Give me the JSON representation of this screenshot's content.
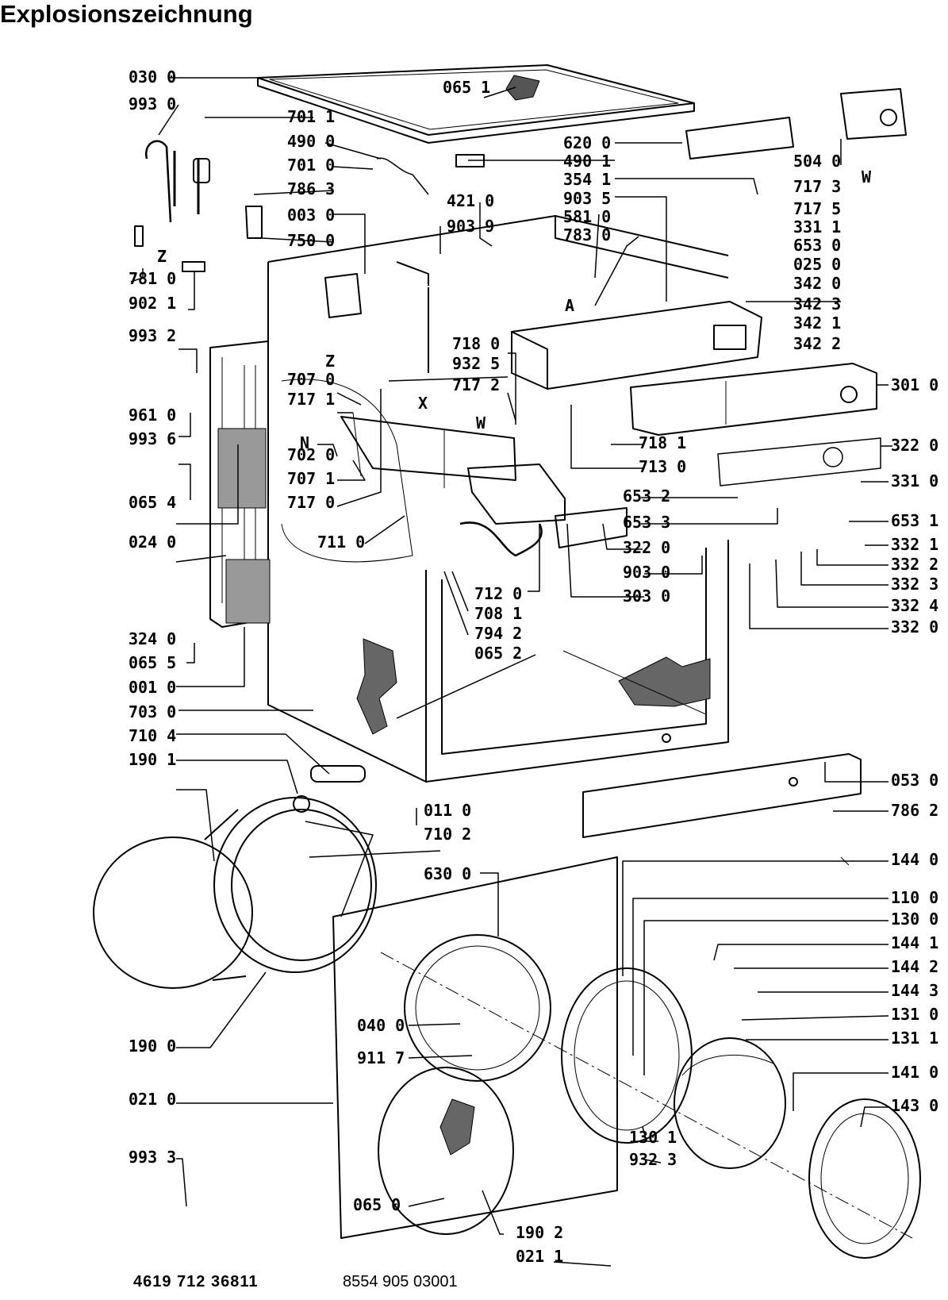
{
  "title": "Explosionszeichnung",
  "footer": {
    "model_code": "4619 712 36811",
    "service_code": "8554 905 03001"
  },
  "letters": [
    "Z",
    "Z",
    "A",
    "W",
    "X",
    "W",
    "N"
  ],
  "left_labels": [
    "030 0",
    "993 0",
    "781 0",
    "902 1",
    "993 2",
    "961 0",
    "993 6",
    "065 4",
    "024 0",
    "324 0",
    "065 5",
    "001 0",
    "703 0",
    "710 4",
    "190 1",
    "190 0",
    "021 0",
    "993 3"
  ],
  "mid_labels": [
    "701 1",
    "490 0",
    "701 0",
    "786 3",
    "003 0",
    "750 0",
    "421 0",
    "903 9",
    "707 0",
    "717 1",
    "702 0",
    "707 1",
    "717 0",
    "711 0",
    "718 0",
    "932 5",
    "717 2",
    "712 0",
    "708 1",
    "794 2",
    "065 2",
    "065 1",
    "011 0",
    "710 2",
    "630 0",
    "040 0",
    "911 7",
    "065 0",
    "190 2",
    "021 1"
  ],
  "center_labels": [
    "620 0",
    "490 1",
    "354 1",
    "903 5",
    "581 0",
    "783 0",
    "718 1",
    "713 0",
    "653 2",
    "653 3",
    "322 0",
    "903 0",
    "303 0",
    "130 1",
    "932 3"
  ],
  "right_labels": [
    "504 0",
    "717 3",
    "717 5",
    "331 1",
    "653 0",
    "025 0",
    "342 0",
    "342 3",
    "342 1",
    "342 2",
    "301 0",
    "322 0",
    "331 0",
    "653 1",
    "332 1",
    "332 2",
    "332 3",
    "332 4",
    "332 0",
    "053 0",
    "786 2",
    "144 0",
    "110 0",
    "130 0",
    "144 1",
    "144 2",
    "144 3",
    "131 0",
    "131 1",
    "141 0",
    "143 0"
  ]
}
